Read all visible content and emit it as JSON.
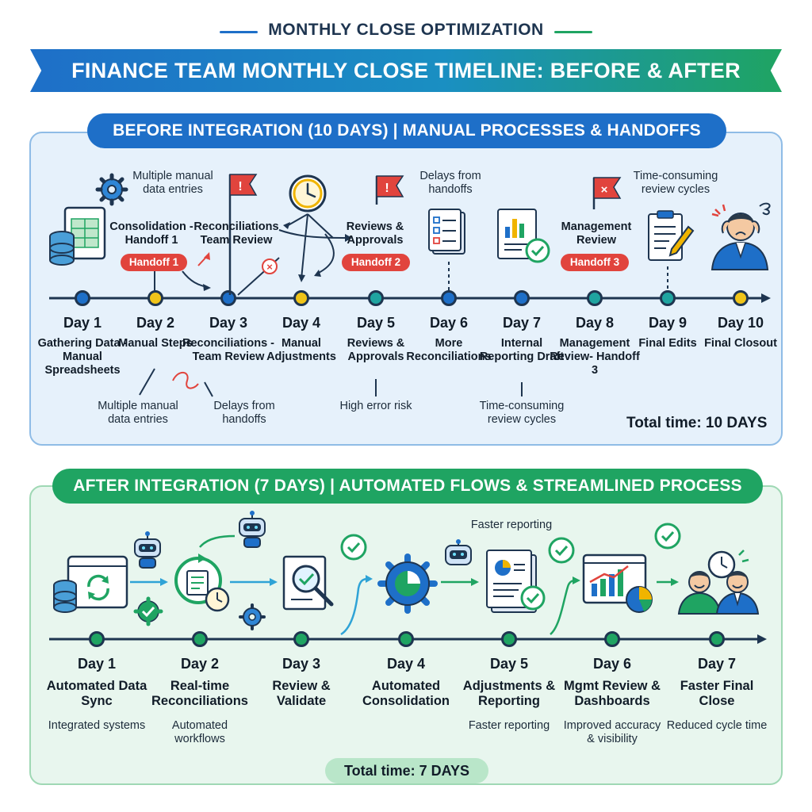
{
  "header": {
    "kicker": "MONTHLY CLOSE OPTIMIZATION",
    "title": "FINANCE TEAM MONTHLY CLOSE TIMELINE: BEFORE & AFTER INTEGRATION"
  },
  "colors": {
    "blue": "#1e6fc8",
    "green": "#1fa462",
    "red": "#e1443d",
    "navy": "#1e3550",
    "before_bg": "#e6f1fb",
    "after_bg": "#e8f6ee"
  },
  "before": {
    "heading": "BEFORE INTEGRATION (10 DAYS) | MANUAL PROCESSES & HANDOFFS",
    "days": [
      {
        "day": "Day 1",
        "desc": "Gathering Data - Manual Spreadsheets"
      },
      {
        "day": "Day 2",
        "desc": "Manual Steps"
      },
      {
        "day": "Day 3",
        "desc": "Reconciliations - Team Review"
      },
      {
        "day": "Day 4",
        "desc": "Manual Adjustments"
      },
      {
        "day": "Day 5",
        "desc": "Reviews & Approvals"
      },
      {
        "day": "Day 6",
        "desc": "More Reconciliations"
      },
      {
        "day": "Day 7",
        "desc": "Internal Reporting Draft"
      },
      {
        "day": "Day 8",
        "desc": "Management Review- Handoff 3"
      },
      {
        "day": "Day 9",
        "desc": "Final Edits"
      },
      {
        "day": "Day 10",
        "desc": "Final Closout"
      }
    ],
    "stages": {
      "consolidation": "Consolidation - Handoff 1",
      "reconciliations": "Reconciliations Team Review",
      "reviews": "Reviews & Approvals",
      "management": "Management Review"
    },
    "handoffs": [
      "Handoff 1",
      "Handoff 2",
      "Handoff 3"
    ],
    "notes_top": {
      "manual_entries": "Multiple manual data entries",
      "delays": "Delays from handoffs",
      "review_cycles": "Time-consuming review cycles"
    },
    "notes_bottom": {
      "manual_entries": "Multiple manual data entries",
      "delays": "Delays from handoffs",
      "error_risk": "High error risk",
      "review_cycles": "Time-consuming review cycles"
    },
    "total": "Total time: 10 DAYS"
  },
  "after": {
    "heading": "AFTER INTEGRATION (7 DAYS) | AUTOMATED FLOWS & STREAMLINED PROCESS",
    "days": [
      {
        "day": "Day 1",
        "desc": "Automated Data Sync",
        "note": "Integrated systems"
      },
      {
        "day": "Day 2",
        "desc": "Real-time Reconciliations",
        "note": "Automated workflows"
      },
      {
        "day": "Day 3",
        "desc": "Review & Validate",
        "note": ""
      },
      {
        "day": "Day 4",
        "desc": "Automated Consolidation",
        "note": ""
      },
      {
        "day": "Day 5",
        "desc": "Adjustments & Reporting",
        "note": "Faster reporting"
      },
      {
        "day": "Day 6",
        "desc": "Mgmt Review & Dashboards",
        "note": "Improved accuracy & visibility"
      },
      {
        "day": "Day 7",
        "desc": "Faster Final Close",
        "note": "Reduced cycle time"
      }
    ],
    "top_note": "Faster reporting",
    "total": "Total time: 7 DAYS"
  }
}
